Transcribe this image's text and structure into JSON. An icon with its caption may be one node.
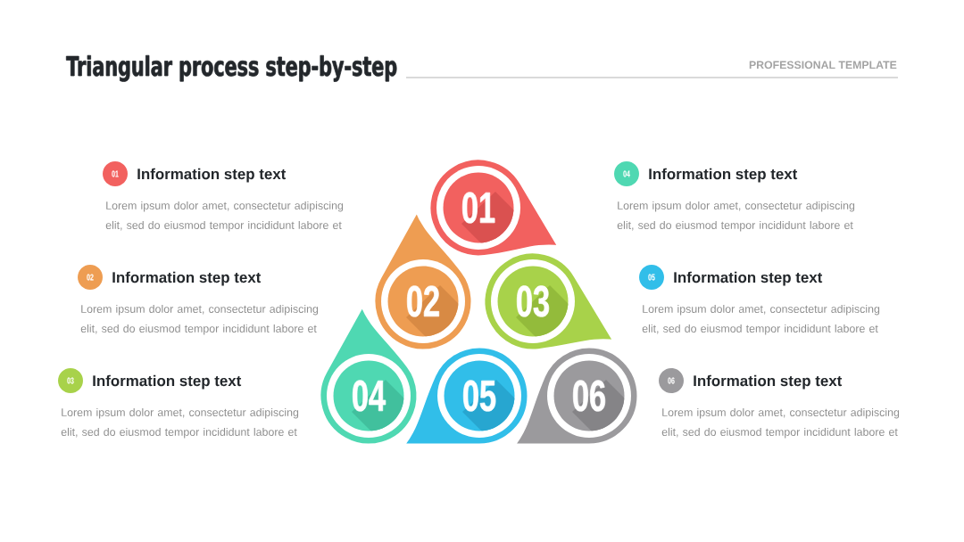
{
  "diagram": {
    "title": "Triangular process step-by-step",
    "nodes": [
      {
        "text": [
          "01"
        ]
      },
      {
        "text": [
          "02"
        ]
      },
      {
        "text": [
          "03"
        ]
      },
      {
        "text": [
          "04"
        ]
      },
      {
        "text": [
          "05"
        ]
      },
      {
        "text": [
          "06"
        ]
      },
      {
        "text": [
          "01"
        ],
        "beside": [
          "Information step text"
        ]
      },
      {
        "text": [
          "02"
        ],
        "beside": [
          "Information step text"
        ]
      },
      {
        "text": [
          "03"
        ],
        "beside": [
          "Information step text"
        ]
      },
      {
        "text": [
          "04"
        ],
        "beside": [
          "Information step text"
        ]
      },
      {
        "text": [
          "05"
        ],
        "beside": [
          "Information step text"
        ]
      },
      {
        "text": [
          "06"
        ],
        "beside": [
          "Information step text"
        ]
      }
    ],
    "labels": [
      "PROFESSIONAL TEMPLATE",
      "Lorem ipsum dolor amet, consectetur adipiscing elit, sed do eiusmod tempor incididunt  labore et",
      "Lorem ipsum dolor amet, consectetur adipiscing elit, sed do eiusmod tempor incididunt  labore et",
      "Lorem ipsum dolor amet, consectetur adipiscing elit, sed do eiusmod tempor incididunt  labore et",
      "Lorem ipsum dolor amet, consectetur adipiscing elit, sed do eiusmod tempor incididunt  labore et",
      "Lorem ipsum dolor amet, consectetur adipiscing elit, sed do eiusmod tempor incididunt  labore et",
      "Lorem ipsum dolor amet, consectetur adipiscing elit, sed do eiusmod tempor incididunt  labore et"
    ]
  }
}
